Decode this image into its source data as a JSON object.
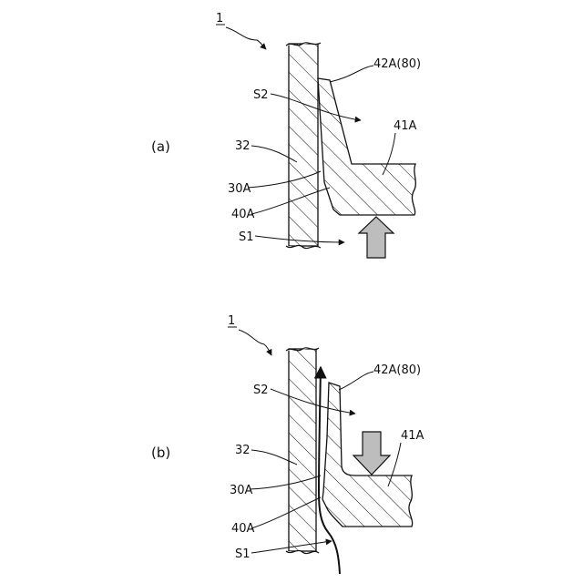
{
  "figure_number": "1",
  "panels": [
    {
      "id": "a",
      "label": "(a)",
      "labels": {
        "ref_1": "1",
        "ref_42a": "42A(80)",
        "ref_s2": "S2",
        "ref_41a": "41A",
        "ref_32": "32",
        "ref_30a": "30A",
        "ref_40a": "40A",
        "ref_s1": "S1"
      },
      "force_direction": "up"
    },
    {
      "id": "b",
      "label": "(b)",
      "labels": {
        "ref_1": "1",
        "ref_42a": "42A(80)",
        "ref_s2": "S2",
        "ref_41a": "41A",
        "ref_32": "32",
        "ref_30a": "30A",
        "ref_40a": "40A",
        "ref_s1": "S1"
      },
      "force_direction": "down"
    }
  ]
}
